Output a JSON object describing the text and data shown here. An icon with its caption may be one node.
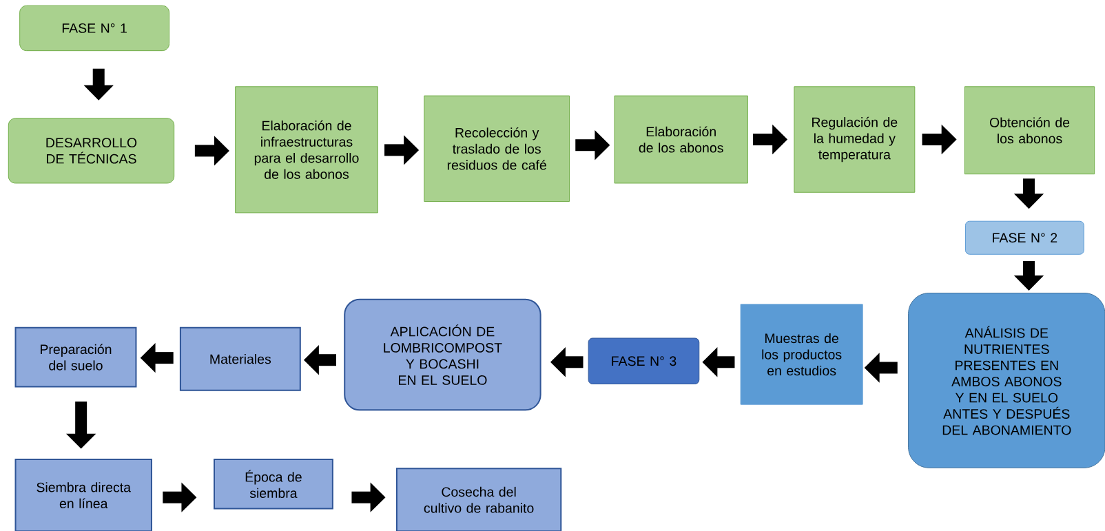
{
  "diagram": {
    "nodes": [
      {
        "text": [
          "FASE N° 1"
        ]
      },
      {
        "text": [
          "DESARROLLO DE TÉCNICAS"
        ]
      },
      {
        "text": [
          "Elaboración de infraestructuras para el desarrollo de los abonos"
        ]
      },
      {
        "text": [
          "Recolección y traslado de los residuos de café"
        ]
      },
      {
        "text": [
          "Elaboración de los abonos"
        ]
      },
      {
        "text": [
          "Regulación de la humedad y temperatura"
        ]
      },
      {
        "text": [
          "Obtención de los abonos"
        ]
      },
      {
        "text": [
          "FASE N° 2"
        ]
      },
      {
        "text": [
          "ANÁLISIS DE NUTRIENTES PRESENTES EN AMBOS ABONOS Y EN EL SUELO ANTES Y DESPUÉS DEL ABONAMIENTO"
        ]
      },
      {
        "text": [
          "Muestras de los productos en estudios"
        ]
      },
      {
        "text": [
          "FASE N° 3"
        ]
      },
      {
        "text": [
          "APLICACIÓN DE LOMBRICOMPOST Y BOCASHI EN EL SUELO"
        ]
      },
      {
        "text": [
          "Materiales"
        ]
      },
      {
        "text": [
          "Preparación del suelo"
        ]
      },
      {
        "text": [
          "Siembra directa en línea"
        ]
      },
      {
        "text": [
          "Época de siembra"
        ]
      },
      {
        "text": [
          "Cosecha del cultivo de rabanito"
        ]
      }
    ],
    "edges": [
      {
        "from": 0,
        "to": 1,
        "arrow": "to"
      },
      {
        "from": 1,
        "to": 2,
        "arrow": "to"
      },
      {
        "from": 2,
        "to": 3,
        "arrow": "to"
      },
      {
        "from": 3,
        "to": 4,
        "arrow": "to"
      },
      {
        "from": 4,
        "to": 5,
        "arrow": "to"
      },
      {
        "from": 5,
        "to": 6,
        "arrow": "to"
      },
      {
        "from": 6,
        "to": 7,
        "arrow": "to"
      },
      {
        "from": 7,
        "to": 8,
        "arrow": "to"
      },
      {
        "from": 8,
        "to": 9,
        "arrow": "to"
      },
      {
        "from": 9,
        "to": 10,
        "arrow": "to"
      },
      {
        "from": 10,
        "to": 11,
        "arrow": "to"
      },
      {
        "from": 11,
        "to": 12,
        "arrow": "to"
      },
      {
        "from": 12,
        "to": 13,
        "arrow": "to"
      },
      {
        "from": 13,
        "to": 14,
        "arrow": "to"
      },
      {
        "from": 14,
        "to": 15,
        "arrow": "to"
      },
      {
        "from": 15,
        "to": 16,
        "arrow": "to"
      }
    ]
  }
}
